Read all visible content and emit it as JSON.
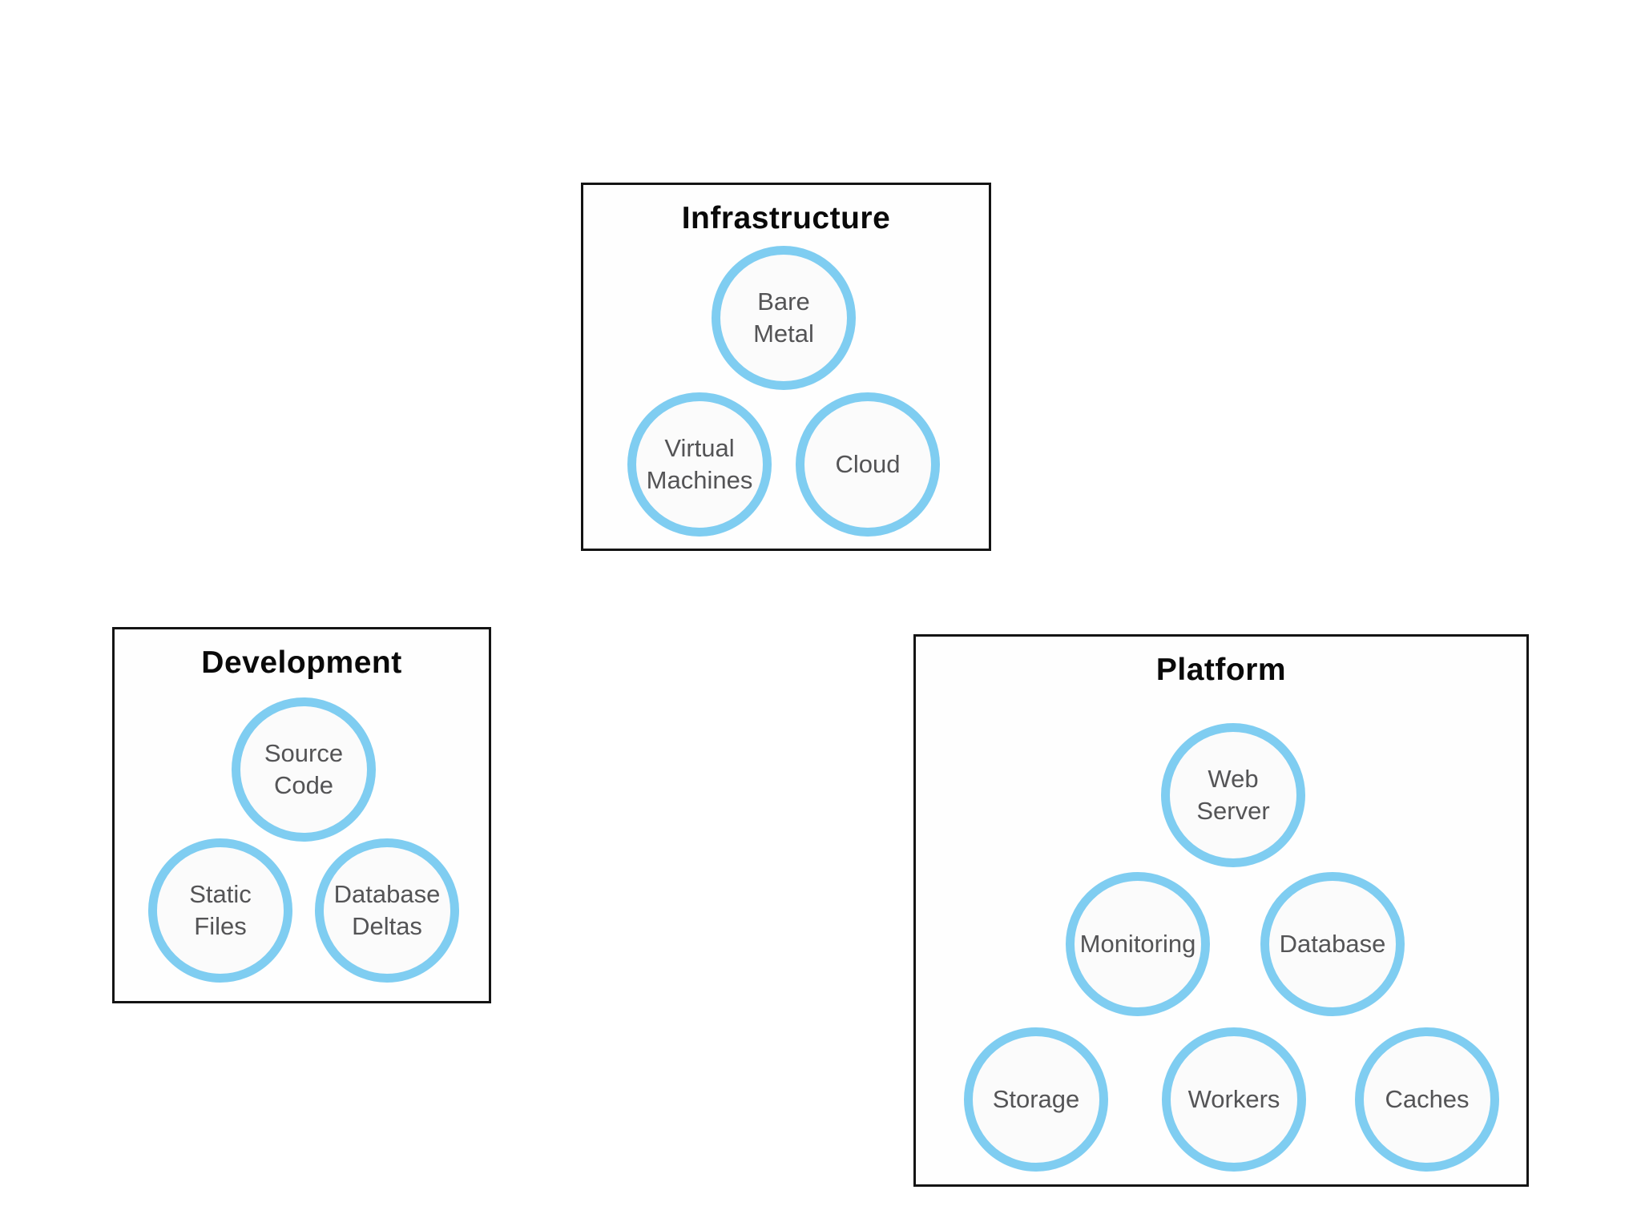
{
  "colors": {
    "circle_border": "#7fcdf1",
    "circle_fill": "#fbfbfb",
    "box_border": "#141414",
    "box_fill": "#fefefe",
    "title_color": "#0a0a0a",
    "label_color": "#545456",
    "page_bg": "#ffffff"
  },
  "groups": [
    {
      "id": "infrastructure",
      "title": "Infrastructure",
      "nodes": [
        {
          "id": "bare-metal",
          "label": "Bare\nMetal"
        },
        {
          "id": "virtual-machines",
          "label": "Virtual\nMachines"
        },
        {
          "id": "cloud",
          "label": "Cloud"
        }
      ]
    },
    {
      "id": "development",
      "title": "Development",
      "nodes": [
        {
          "id": "source-code",
          "label": "Source\nCode"
        },
        {
          "id": "static-files",
          "label": "Static\nFiles"
        },
        {
          "id": "database-deltas",
          "label": "Database\nDeltas"
        }
      ]
    },
    {
      "id": "platform",
      "title": "Platform",
      "nodes": [
        {
          "id": "web-server",
          "label": "Web\nServer"
        },
        {
          "id": "monitoring",
          "label": "Monitoring"
        },
        {
          "id": "database",
          "label": "Database"
        },
        {
          "id": "storage",
          "label": "Storage"
        },
        {
          "id": "workers",
          "label": "Workers"
        },
        {
          "id": "caches",
          "label": "Caches"
        }
      ]
    }
  ]
}
